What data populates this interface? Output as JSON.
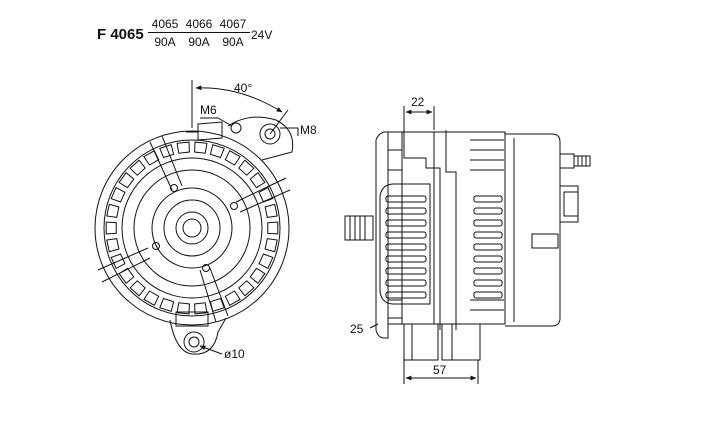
{
  "header": {
    "part_code": "F 4065",
    "variants": [
      {
        "number": "4065",
        "amperage": "90A"
      },
      {
        "number": "4066",
        "amperage": "90A"
      },
      {
        "number": "4067",
        "amperage": "90A"
      }
    ],
    "voltage": "24V"
  },
  "front_view": {
    "angle_label": "40°",
    "thread_small_label": "M6",
    "thread_large_label": "M8",
    "hole_label": "ø10"
  },
  "side_view": {
    "top_dimension_label": "22",
    "offset_label": "25",
    "bottom_dimension_label": "57"
  }
}
